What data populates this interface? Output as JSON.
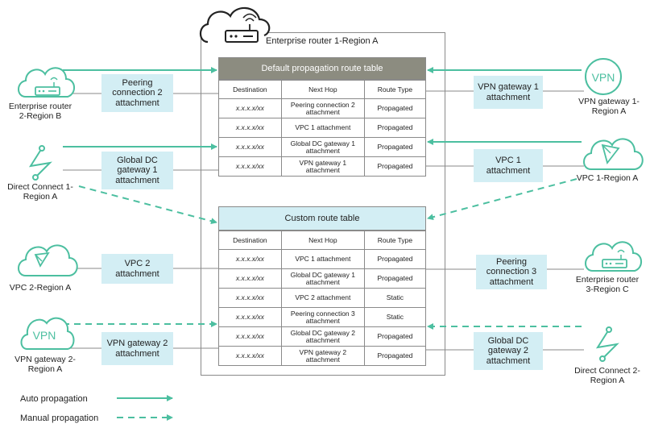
{
  "router": {
    "title": "Enterprise router 1-Region A"
  },
  "default_table": {
    "title": "Default propagation route table",
    "headers": [
      "Destination",
      "Next Hop",
      "Route Type"
    ],
    "rows": [
      [
        "x.x.x.x/xx",
        "Peering connection 2 attachment",
        "Propagated"
      ],
      [
        "x.x.x.x/xx",
        "VPC 1 attachment",
        "Propagated"
      ],
      [
        "x.x.x.x/xx",
        "Global DC gateway 1 attachment",
        "Propagated"
      ],
      [
        "x.x.x.x/xx",
        "VPN gateway 1 attachment",
        "Propagated"
      ]
    ]
  },
  "custom_table": {
    "title": "Custom route table",
    "headers": [
      "Destination",
      "Next Hop",
      "Route Type"
    ],
    "rows": [
      [
        "x.x.x.x/xx",
        "VPC 1 attachment",
        "Propagated"
      ],
      [
        "x.x.x.x/xx",
        "Global DC gateway 1 attachment",
        "Propagated"
      ],
      [
        "x.x.x.x/xx",
        "VPC 2 attachment",
        "Static"
      ],
      [
        "x.x.x.x/xx",
        "Peering connection 3 attachment",
        "Static"
      ],
      [
        "x.x.x.x/xx",
        "Global DC gateway 2 attachment",
        "Propagated"
      ],
      [
        "x.x.x.x/xx",
        "VPN gateway 2 attachment",
        "Propagated"
      ]
    ]
  },
  "left_nodes": {
    "er2": "Enterprise router\n2-Region B",
    "dc1": "Direct Connect 1-\nRegion A",
    "vpc2": "VPC 2-Region A",
    "vpn2": "VPN gateway 2-\nRegion A"
  },
  "right_nodes": {
    "vpn1": "VPN gateway 1-\nRegion A",
    "vpc1": "VPC 1-Region A",
    "er3": "Enterprise router\n3-Region C",
    "dc2": "Direct Connect 2-\nRegion A"
  },
  "attachments": {
    "peer2": "Peering\nconnection 2\nattachment",
    "gdc1": "Global DC\ngateway 1\nattachment",
    "vpc2": "VPC 2\nattachment",
    "vpn2": "VPN gateway 2\nattachment",
    "vpn1": "VPN gateway 1\nattachment",
    "vpc1": "VPC 1\nattachment",
    "peer3": "Peering\nconnection 3\nattachment",
    "gdc2": "Global DC\ngateway 2\nattachment"
  },
  "icons": {
    "cloud_router": "cloud-router-icon",
    "vpn": "vpn-cloud-icon",
    "vpc": "vpc-cloud-icon",
    "direct_connect": "direct-connect-icon"
  },
  "vpn_icon_text": "VPN",
  "legend": {
    "auto": "Auto propagation",
    "manual": "Manual propagation"
  },
  "colors": {
    "accent": "#4cbfa0",
    "attachment_fill": "#d3eef4",
    "default_header": "#8c8c80",
    "custom_header": "#d3eef4",
    "border": "#8a8a8a"
  }
}
